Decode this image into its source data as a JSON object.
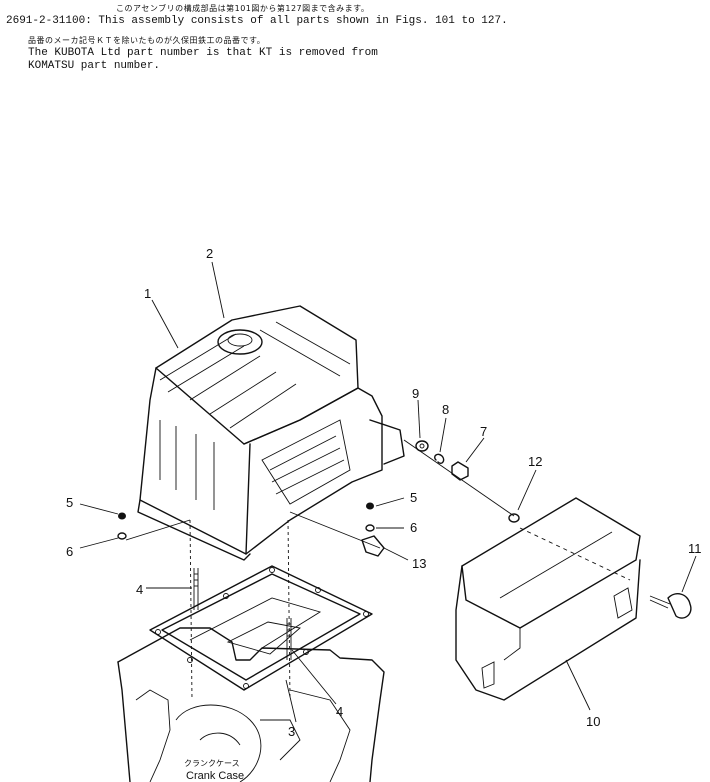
{
  "header": {
    "lines": [
      "このアセンブリの構成部品は第101図から第127図まで含みます。",
      "2691-2-31100: This assembly consists of all parts shown in Figs. 101 to 127.",
      "品番のメーカ記号ＫＴを除いたものが久保田鉄工の品番です。",
      "The KUBOTA Ltd part number is that KT is removed from",
      "KOMATSU part number."
    ]
  },
  "callouts": [
    "1",
    "2",
    "3",
    "4",
    "4",
    "5",
    "5",
    "6",
    "6",
    "7",
    "8",
    "9",
    "10",
    "11",
    "12",
    "13"
  ],
  "caption": {
    "jp": "クランクケース",
    "en": "Crank Case"
  }
}
